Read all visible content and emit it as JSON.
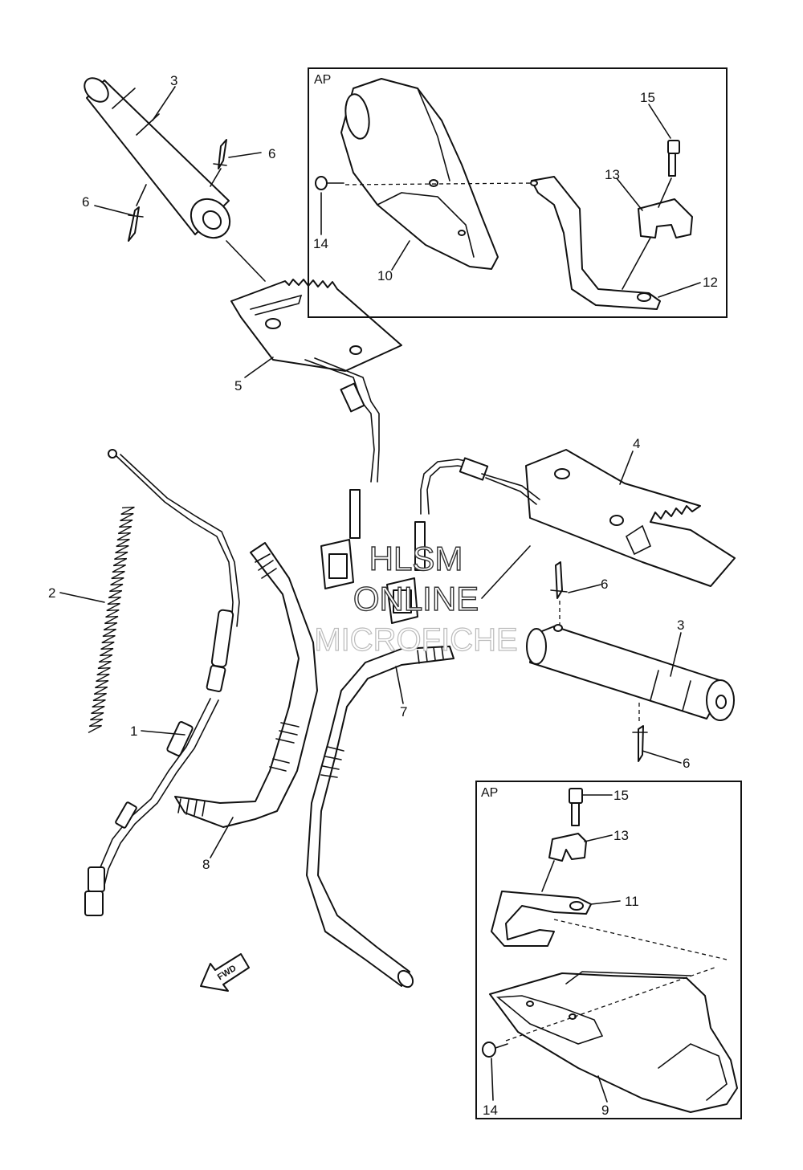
{
  "inset_top": {
    "tag": "AP"
  },
  "inset_bottom": {
    "tag": "AP"
  },
  "callouts": {
    "c1": "1",
    "c2": "2",
    "c3a": "3",
    "c3b": "3",
    "c4": "4",
    "c5": "5",
    "c6a": "6",
    "c6b": "6",
    "c6c": "6",
    "c6d": "6",
    "c7": "7",
    "c8": "8",
    "c9": "9",
    "c10": "10",
    "c11": "11",
    "c12": "12",
    "c13a": "13",
    "c13b": "13",
    "c14a": "14",
    "c14b": "14",
    "c15a": "15",
    "c15b": "15"
  },
  "watermark": {
    "line1": "HLSM",
    "line2": "ONLINE",
    "line3": "MICROFICHE"
  },
  "fwd_marker": "FWD"
}
